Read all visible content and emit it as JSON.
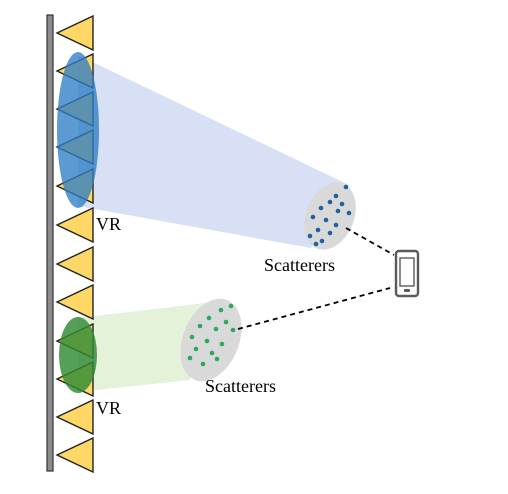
{
  "labels": {
    "vr_top": "VR",
    "vr_bottom": "VR",
    "scatterers_top": "Scatterers",
    "scatterers_bottom": "Scatterers"
  },
  "icons": {
    "antenna": "triangle-antenna-icon",
    "phone": "smartphone-icon"
  },
  "colors": {
    "antenna_fill": "#FDD867",
    "antenna_stroke": "#222222",
    "pole": "#8C8C8C",
    "vr_blue": "#2E7DC4",
    "beam_blue": "#C9D6F0",
    "vr_green": "#2F8A34",
    "beam_green": "#DFF0D2",
    "scatter_cluster": "#D9D9D9",
    "dot_blue": "#1F5FA3",
    "dot_green": "#2AA85C",
    "phone": "#5A5A5A"
  }
}
